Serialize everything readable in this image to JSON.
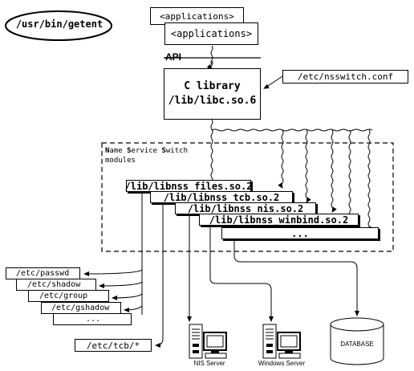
{
  "getent_label": "/usr/bin/getent",
  "app_back_label": "<applications>",
  "app_front_label": "<applications>",
  "api_label": "API",
  "c_library": {
    "line1": "C library",
    "line2": "/lib/libc.so.6"
  },
  "nsswitch_conf": "/etc/nsswitch.conf",
  "nss_region": {
    "line1_parts": [
      "N",
      "ame ",
      "S",
      "ervice ",
      "S",
      "witch"
    ],
    "line2": "modules"
  },
  "modules": [
    "/lib/libnss_files.so.2",
    "/lib/libnss_tcb.so.2",
    "/lib/libnss_nis.so.2",
    "/lib/libnss_winbind.so.2",
    "..."
  ],
  "etc_files": [
    "/etc/passwd",
    "/etc/shadow",
    "/etc/group",
    "/etc/gshadow",
    "..."
  ],
  "tcb_file": "/etc/tcb/*",
  "nis_server_label": "NIS Server",
  "windows_server_label": "Windows Server",
  "database_label": "DATABASE"
}
